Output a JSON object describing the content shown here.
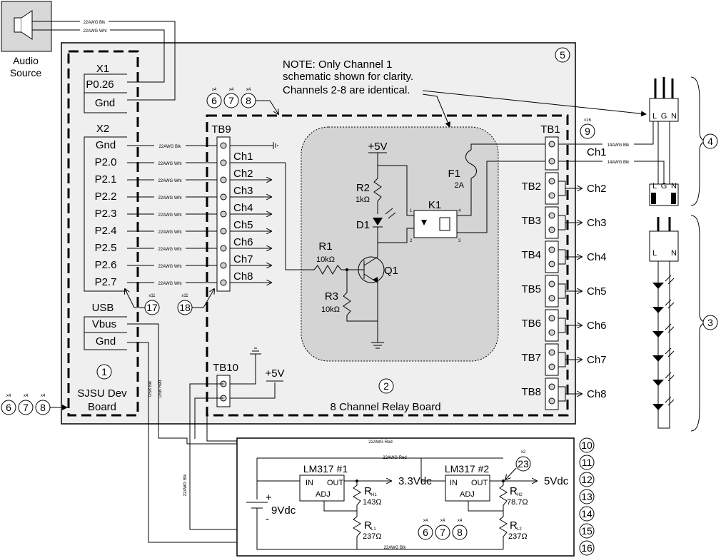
{
  "audio": {
    "label_line1": "Audio",
    "label_line2": "Source",
    "wire_blk": "22AWG Blk",
    "wire_wht": "22AWG Wht"
  },
  "notes": {
    "line1": "NOTE:  Only Channel 1",
    "line2": "schematic shown for clarity.",
    "line3": "Channels 2-8 are identical."
  },
  "dev_board": {
    "x1": "X1",
    "p026": "P0.26",
    "gnd1": "Gnd",
    "x2": "X2",
    "gnd2": "Gnd",
    "pins": [
      "P2.0",
      "P2.1",
      "P2.2",
      "P2.3",
      "P2.4",
      "P2.5",
      "P2.6",
      "P2.7"
    ],
    "usb": "USB",
    "vbus": "Vbus",
    "gnd3": "Gnd",
    "ref": "1",
    "name1": "SJSU Dev",
    "name2": "Board"
  },
  "wires": {
    "blk22": "22AWG Blk",
    "wht22": "22AWG Wht",
    "red22": "22AWG Red",
    "usb_blk": "USB Blk",
    "usb_red": "USB Red",
    "blk14": "14AWG Blk"
  },
  "relay_board": {
    "tb9": "TB9",
    "tb10": "TB10",
    "tb1": "TB1",
    "channels": [
      "Ch1",
      "Ch2",
      "Ch3",
      "Ch4",
      "Ch5",
      "Ch6",
      "Ch7",
      "Ch8"
    ],
    "tbs": [
      "TB2",
      "TB3",
      "TB4",
      "TB5",
      "TB6",
      "TB7",
      "TB8"
    ],
    "ref": "2",
    "name": "8 Channel Relay Board",
    "plus5": "+5V"
  },
  "schematic": {
    "plus5": "+5V",
    "r2": "R2",
    "r2v": "1kΩ",
    "d1": "D1",
    "r1": "R1",
    "r1v": "10kΩ",
    "r3": "R3",
    "r3v": "10kΩ",
    "q1": "Q1",
    "k1": "K1",
    "f1": "F1",
    "f1v": "2A",
    "pin1": "1",
    "pin2": "2",
    "pin3": "3",
    "pin4": "4"
  },
  "refs": {
    "r5": "5",
    "r4": "4",
    "r3": "3",
    "r9": "9",
    "x16": "x16",
    "x4": "x4",
    "x11": "x11",
    "x2": "x2",
    "r6": "6",
    "r7": "7",
    "r8": "8",
    "r17": "17",
    "r18": "18",
    "r23": "23",
    "side": [
      "10",
      "11",
      "12",
      "13",
      "14",
      "15",
      "16"
    ]
  },
  "plugs": {
    "l": "L",
    "g": "G",
    "n": "N"
  },
  "regulator": {
    "lm1": "LM317 #1",
    "lm2": "LM317 #2",
    "in": "IN",
    "out": "OUT",
    "adj": "ADJ",
    "v33": "3.3Vdc",
    "v5": "5Vdc",
    "v9": "9Vdc",
    "plus": "+",
    "minus": "-",
    "rh": "R",
    "h1": "H1",
    "h2": "H2",
    "l1": "L1",
    "l2": "L2",
    "rh1v": "143Ω",
    "rl1v": "237Ω",
    "rh2v": "78.7Ω",
    "rl2v": "237Ω"
  }
}
